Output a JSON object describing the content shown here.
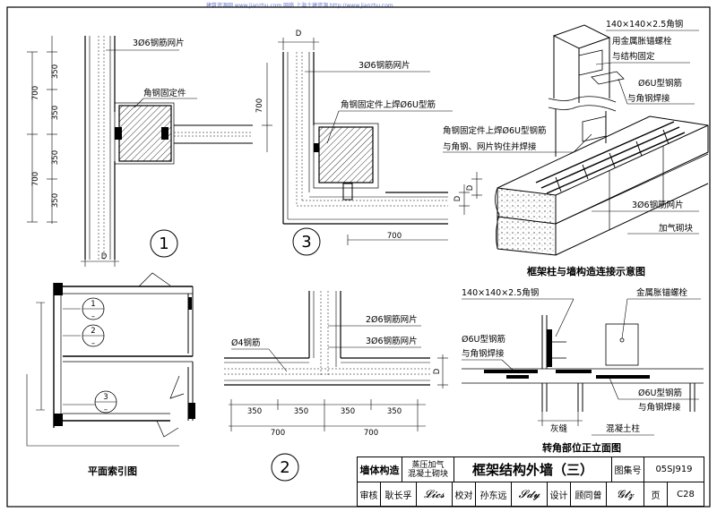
{
  "watermark": "建筑资源网 www.jianzhu.com  网络  上海土建资源 http://www.jianzhu.com",
  "detail1": {
    "mesh": "3Ø6钢筋网片",
    "angle_fixer": "角钢固定件",
    "dims": [
      "350",
      "350",
      "350",
      "350",
      "700",
      "700"
    ],
    "d": "D",
    "circle": "1"
  },
  "detail3": {
    "d_top": "D",
    "mesh": "3Ø6钢筋网片",
    "weld": "角钢固定件上焊Ø6U型筋",
    "dim_700_v": "700",
    "dim_700_h": "700",
    "d_right": "D",
    "circle": "3"
  },
  "iso": {
    "angle": "140×140×2.5角钢",
    "bolt1": "用金属胀锚螺栓",
    "bolt2": "与结构固定",
    "u1": "Ø6U型钢筋",
    "u2": "与角钢焊接",
    "weld1": "角钢固定件上焊Ø6U型钢筋",
    "weld2": "与角钢、网片钩住并焊接",
    "mesh": "3Ø6钢筋网片",
    "block": "加气砌块",
    "d": "D",
    "caption": "框架柱与墙构造连接示意图"
  },
  "plan": {
    "circles": [
      "1",
      "2",
      "3"
    ],
    "caption": "平面索引图"
  },
  "detail2": {
    "mesh2": "2Ø6钢筋网片",
    "bar": "Ø4钢筋",
    "mesh3": "3Ø6钢筋网片",
    "dims": [
      "350",
      "350",
      "350",
      "350",
      "700",
      "700"
    ],
    "d": "D",
    "circle": "2"
  },
  "corner": {
    "angle": "140×140×2.5角钢",
    "bolt": "金属胀锚螺栓",
    "u1a": "Ø6U型钢筋",
    "u1b": "与角钢焊接",
    "u2a": "Ø6U型钢筋",
    "u2b": "与角钢焊接",
    "ash": "灰缝",
    "col": "混凝土柱",
    "caption": "转角部位正立面图"
  },
  "title_block": {
    "category": "墙体构造",
    "material1": "蒸压加气",
    "material2": "混凝土砌块",
    "title": "框架结构外墙（三）",
    "atlas_label": "图集号",
    "atlas_no": "05SJ919",
    "review": "审核",
    "reviewer": "耿长孚",
    "check": "校对",
    "checker": "孙东远",
    "design": "设计",
    "designer": "顾同曾",
    "page_label": "页",
    "page_no": "C28"
  }
}
